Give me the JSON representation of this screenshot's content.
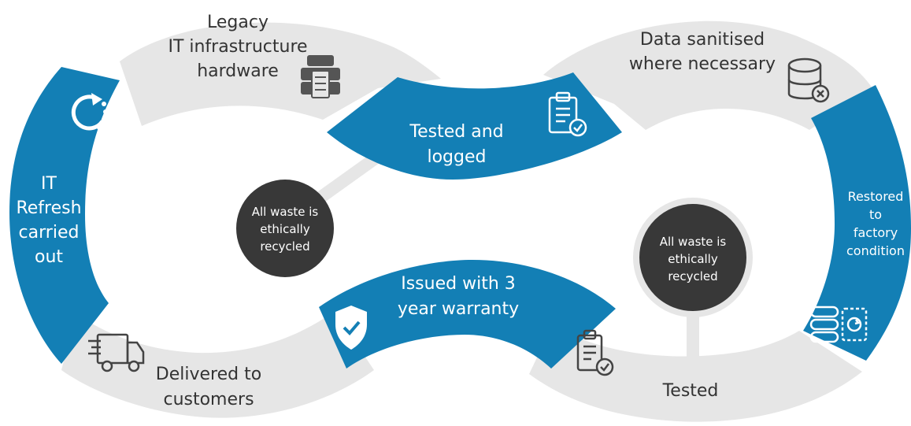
{
  "colors": {
    "blue": "#137fb5",
    "grey": "#e6e6e6",
    "dark": "#383838",
    "connector": "#e6e6e6",
    "text_dark": "#333333",
    "text_light": "#ffffff"
  },
  "steps": [
    {
      "id": "legacy",
      "lines": [
        "Legacy",
        "IT infrastructure",
        "hardware"
      ],
      "icon": "server-rack-icon"
    },
    {
      "id": "tested-logged",
      "lines": [
        "Tested and",
        "logged"
      ],
      "icon": "clipboard-check-icon"
    },
    {
      "id": "data-sanitised",
      "lines": [
        "Data sanitised",
        "where necessary"
      ],
      "icon": "database-delete-icon"
    },
    {
      "id": "restored",
      "lines": [
        "Restored",
        "to",
        "factory",
        "condition"
      ],
      "icon": "server-refresh-icon"
    },
    {
      "id": "tested",
      "lines": [
        "Tested"
      ],
      "icon": "clipboard-check-icon"
    },
    {
      "id": "warranty",
      "lines": [
        "Issued with 3",
        "year warranty"
      ],
      "icon": "shield-check-icon"
    },
    {
      "id": "delivered",
      "lines": [
        "Delivered to",
        "customers"
      ],
      "icon": "delivery-truck-icon"
    },
    {
      "id": "refresh",
      "lines": [
        "IT",
        "Refresh",
        "carried",
        "out"
      ],
      "icon": "refresh-cycle-icon"
    }
  ],
  "hubs": [
    {
      "id": "left",
      "lines": [
        "All waste is",
        "ethically",
        "recycled"
      ]
    },
    {
      "id": "right",
      "lines": [
        "All waste is",
        "ethically",
        "recycled"
      ]
    }
  ]
}
